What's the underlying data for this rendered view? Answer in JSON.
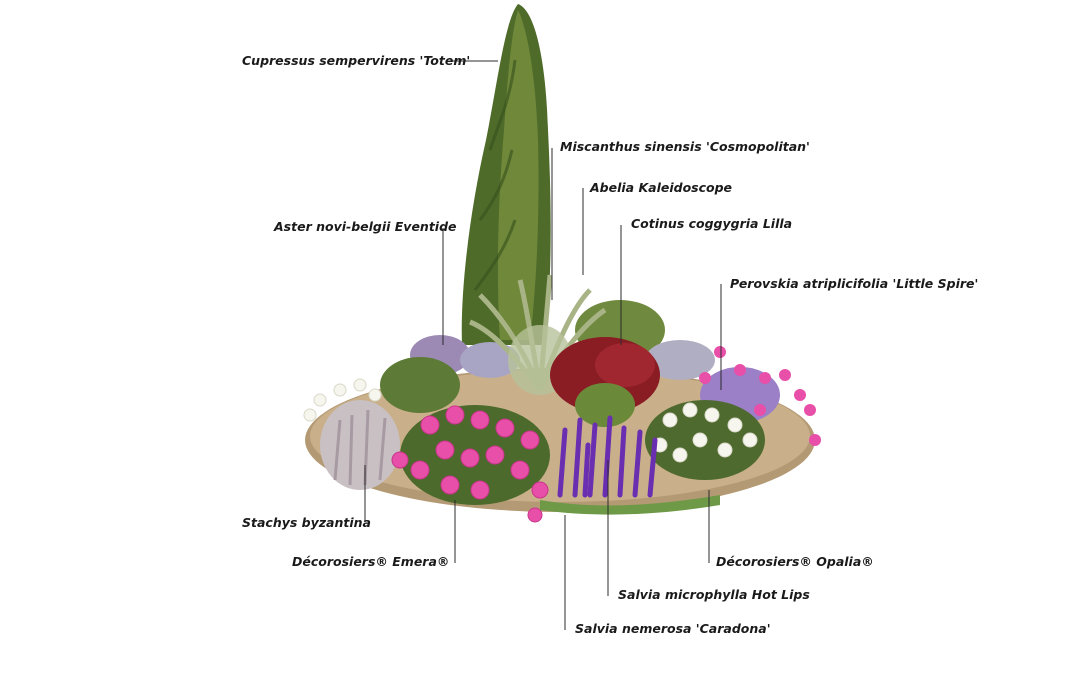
{
  "labels": {
    "cupressus": "Cupressus sempervirens 'Totem'",
    "miscanthus": "Miscanthus sinensis 'Cosmopolitan'",
    "abelia": "Abelia Kaleidoscope",
    "cotinus": "Cotinus coggygria Lilla",
    "aster": "Aster novi-belgii Eventide",
    "perovskia": "Perovskia atriplicifolia 'Little Spire'",
    "stachys": "Stachys byzantina",
    "emera": "Décorosiers® Emera®",
    "opalia": "Décorosiers® Opalia®",
    "salvia_micro": "Salvia microphylla Hot Lips",
    "salvia_nem": "Salvia nemerosa 'Caradona'"
  },
  "colors": {
    "cypress": "#4f6b2a",
    "cypress_light": "#7d9442",
    "grass": "#a9b486",
    "foliage": "#5d7a36",
    "cotinus": "#8a1c24",
    "pink": "#e84fa8",
    "lavender": "#9b7fc7",
    "purple": "#6a2fb0",
    "white_flower": "#f6f6ee",
    "silver": "#c9c0c4",
    "ground": "#a88a62",
    "leader": "#2b2b2b"
  }
}
